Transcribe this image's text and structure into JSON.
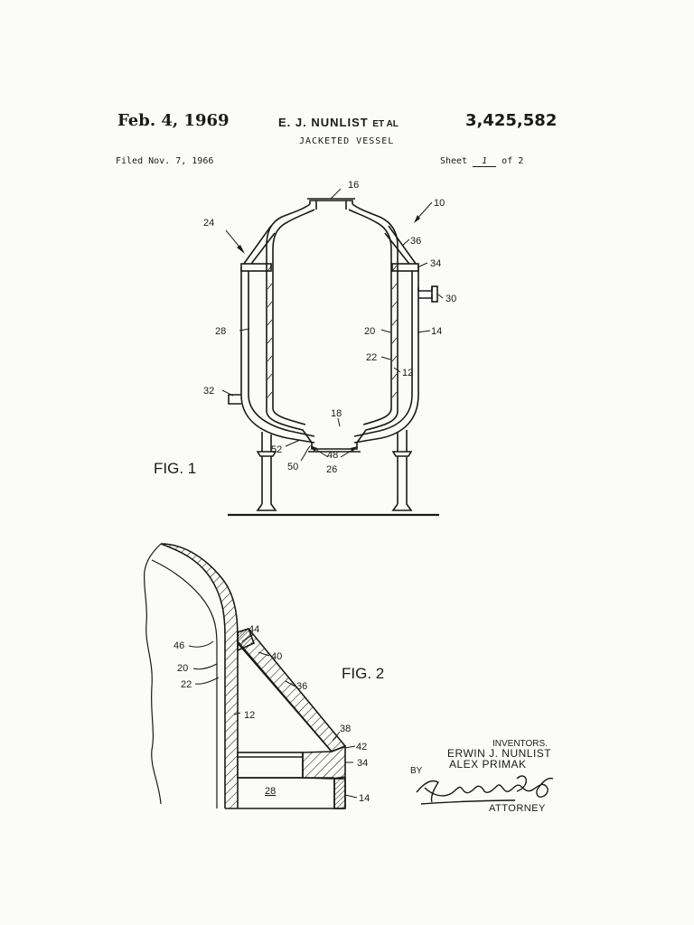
{
  "header": {
    "date": "Feb. 4, 1969",
    "inventors_short": "E. J. NUNLIST",
    "et_al": "ET AL",
    "patent_number": "3,425,582",
    "title": "JACKETED VESSEL",
    "filed": "Filed Nov. 7, 1966",
    "sheet_prefix": "Sheet",
    "sheet_number": "1",
    "sheet_suffix": "of 2"
  },
  "figures": {
    "fig1_label": "FIG. 1",
    "fig2_label": "FIG. 2",
    "fig1_refs": {
      "r16": "16",
      "r10": "10",
      "r24": "24",
      "r36": "36",
      "r34": "34",
      "r30": "30",
      "r28": "28",
      "r20": "20",
      "r14": "14",
      "r22": "22",
      "r12": "12",
      "r32": "32",
      "r18": "18",
      "r52": "52",
      "r48": "48",
      "r50": "50",
      "r26": "26"
    },
    "fig2_refs": {
      "r44": "44",
      "r46": "46",
      "r40": "40",
      "r20": "20",
      "r22": "22",
      "r36": "36",
      "r12": "12",
      "r38": "38",
      "r42": "42",
      "r34": "34",
      "r28": "28",
      "r14": "14"
    }
  },
  "signature_block": {
    "inventors_label": "INVENTORS.",
    "inventor_1": "ERWIN J. NUNLIST",
    "inventor_2": "ALEX PRIMAK",
    "by": "BY",
    "role": "ATTORNEY"
  },
  "colors": {
    "paper": "#fbfbf9",
    "ink": "#1a1a1a"
  }
}
